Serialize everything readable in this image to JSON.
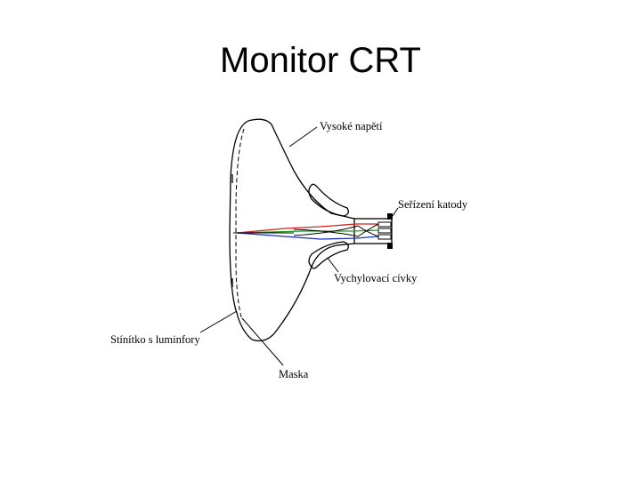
{
  "slide": {
    "title": "Monitor CRT"
  },
  "diagram": {
    "labels": {
      "high_voltage": "Vysoké napětí",
      "cathode_adjust": "Seřízení katody",
      "deflection_coils": "Vychylovací cívky",
      "screen_phosphors": "Stínítko s luminfory",
      "mask": "Maska"
    },
    "beam_colors": {
      "red": "#d42020",
      "green": "#1e9a1e",
      "blue": "#1c2fc0"
    }
  }
}
